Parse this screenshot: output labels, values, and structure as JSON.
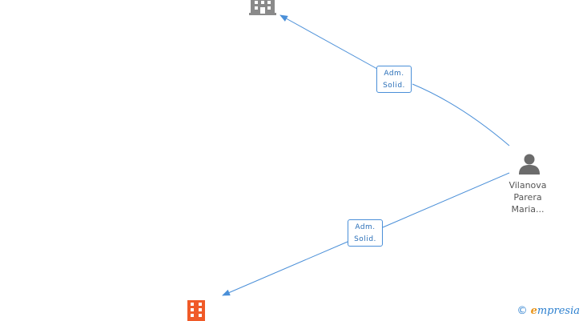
{
  "nodes": {
    "company_top": {
      "icon": "building-icon",
      "color": "#8a8a8a"
    },
    "company_bottom": {
      "icon": "building-icon",
      "color": "#f05a28"
    },
    "person": {
      "icon": "person-icon",
      "color": "#6b6b6b",
      "name_lines": [
        "Vilanova",
        "Parera",
        "Maria..."
      ]
    }
  },
  "edges": [
    {
      "from": "person",
      "to": "company_top",
      "label_lines": [
        "Adm.",
        "Solid."
      ]
    },
    {
      "from": "person",
      "to": "company_bottom",
      "label_lines": [
        "Adm.",
        "Solid."
      ]
    }
  ],
  "colors": {
    "edge": "#4a8fd8"
  },
  "brand": {
    "copyright": "©",
    "e": "e",
    "rest": "mpresia"
  }
}
